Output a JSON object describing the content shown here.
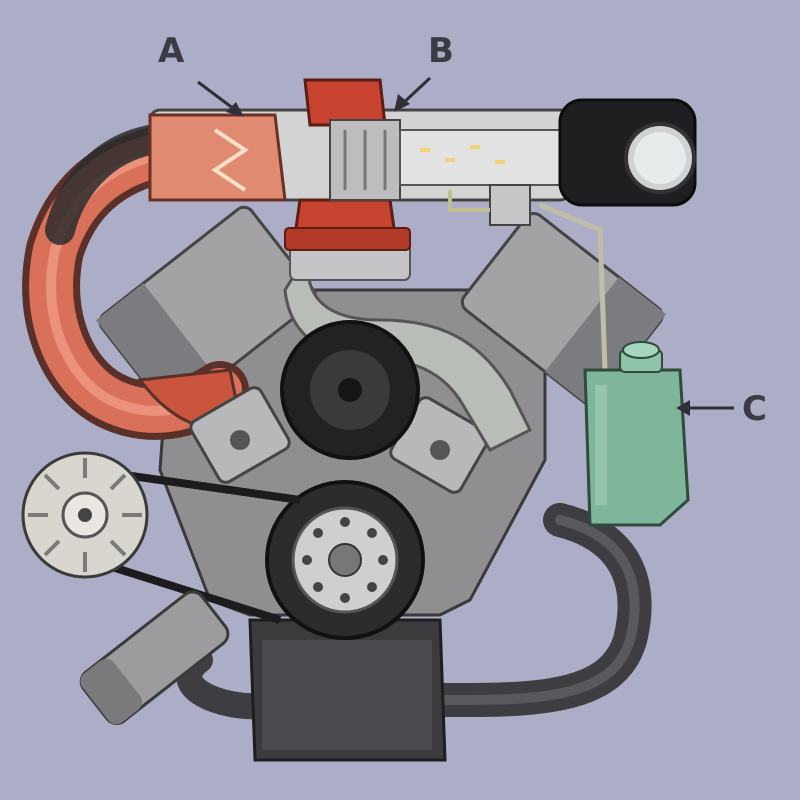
{
  "labels": {
    "a": "A",
    "b": "B",
    "c": "C"
  },
  "colors": {
    "background": "#a6a9c3",
    "exhaust_hot": "#d9705a",
    "turbo_housing": "#c8432f",
    "engine_metal": "#8e8e8e",
    "dark_metal": "#2a2a2a",
    "reservoir": "#7fb59a",
    "pipe": "#4a4a4a",
    "label_text": "#3a3b45"
  },
  "icons": {
    "arrow_a": "arrow-down-right-icon",
    "arrow_b": "arrow-down-left-icon",
    "arrow_c": "arrow-left-icon"
  }
}
